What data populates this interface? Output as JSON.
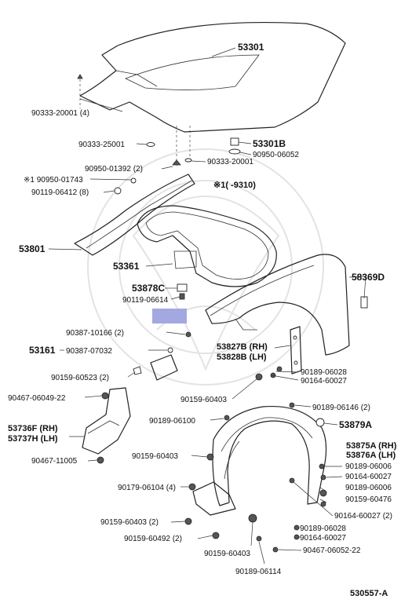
{
  "labels": {
    "hood": "53301",
    "hood_cushion": "53301B",
    "fender_apron": "53801",
    "fender_seal": "53361",
    "seal_clip": "53878C",
    "fender": "58369D",
    "splash_bracket_group": "53161",
    "mudguard_rh": "53827B (RH)",
    "mudguard_lh": "53828B (LH)",
    "flap_rh": "53736F (RH)",
    "flap_lh": "53737H (LH)",
    "retainer": "53879A",
    "liner_rh": "53875A (RH)",
    "liner_lh": "53876A (LH)",
    "p_90333_20001_4": "90333-20001 (4)",
    "p_90333_25001": "90333-25001",
    "p_90333_20001": "90333-20001",
    "p_90950_06052": "90950-06052",
    "p_90950_01392": "90950-01392 (2)",
    "p_90950_01743": "※1 90950-01743",
    "p_90119_06412": "90119-06412 (8)",
    "note_1": "※1(   -9310)",
    "p_90119_06614": "90119-06614",
    "p_90387_10166": "90387-10166 (2)",
    "p_90387_07032": "90387-07032",
    "p_90159_60523": "90159-60523 (2)",
    "p_90189_06028_a": "90189-06028",
    "p_90164_60027_a": "90164-60027",
    "p_90467_06049": "90467-06049-22",
    "p_90159_60403_a": "90159-60403",
    "p_90189_06146": "90189-06146 (2)",
    "p_90189_06100": "90189-06100",
    "p_90467_11005": "90467-11005",
    "p_90159_60403_b": "90159-60403",
    "p_90189_06006_a": "90189-06006",
    "p_90164_60027_b": "90164-60027",
    "p_90179_06104": "90179-06104 (4)",
    "p_90189_06006_b": "90189-06006",
    "p_90159_60476": "90159-60476",
    "p_90164_60027_c": "90164-60027 (2)",
    "p_90159_60403_c": "90159-60403 (2)",
    "p_90189_06028_b": "90189-06028",
    "p_90164_60027_d": "90164-60027",
    "p_90159_60492": "90159-60492 (2)",
    "p_90159_60403_d": "90159-60403",
    "p_90467_06052": "90467-06052-22",
    "p_90189_06114": "90189-06114",
    "ref": "530557-A"
  },
  "colors": {
    "highlight": "#a3a8e0",
    "line": "#222222"
  }
}
